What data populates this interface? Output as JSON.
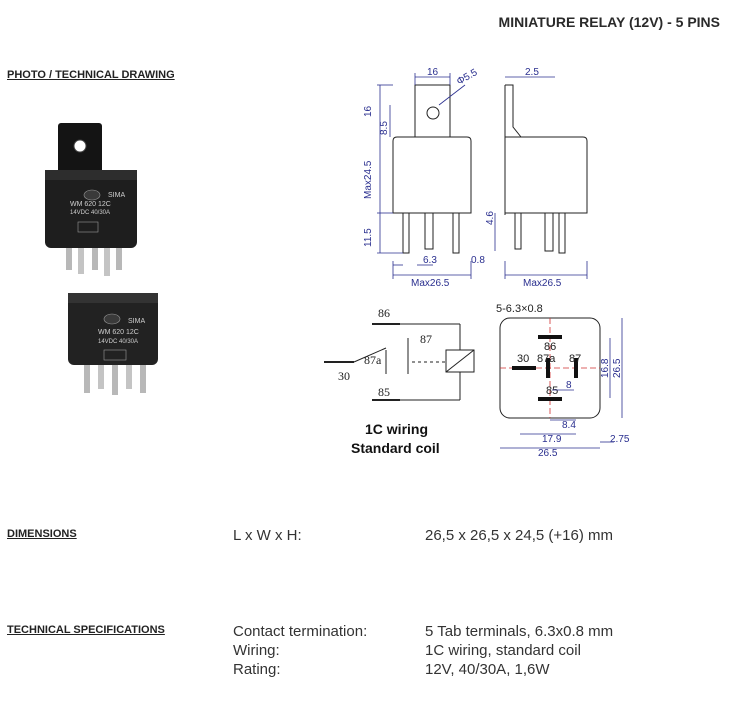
{
  "header": {
    "title": "MINIATURE RELAY (12V) - 5 PINS"
  },
  "sections": {
    "photo_label": "PHOTO / TECHNICAL DRAWING",
    "dimensions_label": "DIMENSIONS",
    "specs_label": "TECHNICAL SPECIFICATIONS"
  },
  "relay_photo": {
    "brand": "SIMA",
    "model": "WM 620 12C",
    "rating_text": "14VDC 40/30A"
  },
  "drawing": {
    "top_width": "16",
    "hole": "Φ5.5",
    "offset": "2.5",
    "tab_h": "16",
    "hole_h": "8.5",
    "body_h": "Max24.5",
    "pin_h": "11.5",
    "side_pin_h": "4.6",
    "pin_w": "6.3",
    "pin_t": "0.8",
    "width_front": "Max26.5",
    "width_side": "Max26.5"
  },
  "wiring": {
    "pin86": "86",
    "pin87": "87",
    "pin87a": "87a",
    "pin30": "30",
    "pin85": "85",
    "caption1": "1C wiring",
    "caption2": "Standard coil"
  },
  "footprint": {
    "terminal_spec": "5-6.3×0.8",
    "p86": "86",
    "p30": "30",
    "p87a": "87a",
    "p87": "87",
    "p85": "85",
    "d8": "8",
    "d84": "8.4",
    "d179": "17.9",
    "d265w": "26.5",
    "d275": "2.75",
    "d168": "16.8",
    "d265h": "26.5"
  },
  "dimensions": {
    "key": "L x W x H:",
    "value": "26,5 x 26,5 x 24,5 (+16) mm"
  },
  "specs": [
    {
      "key": "Contact termination:",
      "value": "5 Tab terminals, 6.3x0.8 mm"
    },
    {
      "key": "Wiring:",
      "value": "1C wiring, standard coil"
    },
    {
      "key": "Rating:",
      "value": "12V, 40/30A, 1,6W"
    }
  ],
  "colors": {
    "dimension": "#2a2f8f",
    "relay_body": "#1e1e1e",
    "terminal": "#b8b8b8",
    "center_line": "#d03030"
  }
}
